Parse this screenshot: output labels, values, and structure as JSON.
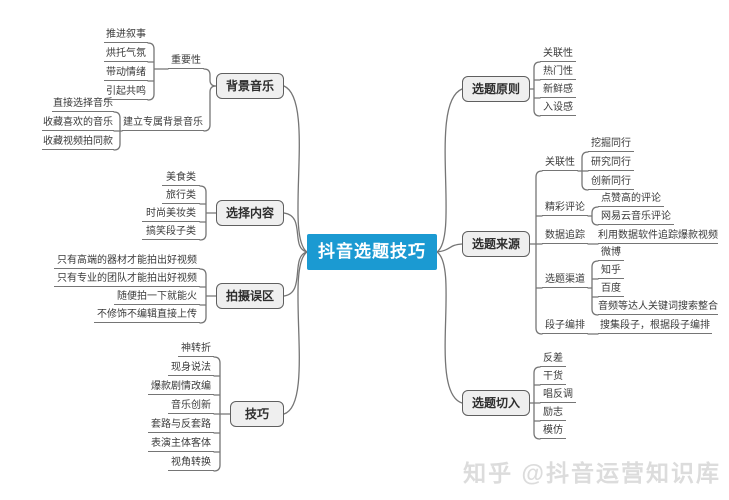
{
  "title": "抖音选题技巧",
  "watermark": "知乎 @抖音运营知识库",
  "colors": {
    "center_bg": "#1b9ad2",
    "center_text": "#ffffff",
    "node_bg": "#efefef",
    "node_border": "#5f5f5f",
    "line": "#757575",
    "leaf_text": "#3a3a3a",
    "watermark": "#dcdcdc"
  },
  "left": {
    "bg_music": {
      "label": "背景音乐",
      "importance": {
        "label": "重要性",
        "children": [
          "推进叙事",
          "烘托气氛",
          "带动情绪",
          "引起共鸣"
        ]
      },
      "exclusive": {
        "label": "建立专属背景音乐",
        "children": [
          "直接选择音乐",
          "收藏喜欢的音乐",
          "收藏视频拍同款"
        ]
      }
    },
    "content": {
      "label": "选择内容",
      "children": [
        "美食类",
        "旅行类",
        "时尚美妆类",
        "搞笑段子类"
      ]
    },
    "mistakes": {
      "label": "拍摄误区",
      "children": [
        "只有高端的器材才能拍出好视频",
        "只有专业的团队才能拍出好视频",
        "随便拍一下就能火",
        "不修饰不编辑直接上传"
      ]
    },
    "skills": {
      "label": "技巧",
      "children": [
        "神转折",
        "现身说法",
        "爆款剧情改编",
        "音乐创新",
        "套路与反套路",
        "表演主体客体",
        "视角转换"
      ]
    }
  },
  "right": {
    "principles": {
      "label": "选题原则",
      "children": [
        "关联性",
        "热门性",
        "新鲜感",
        "入设感"
      ]
    },
    "sources": {
      "label": "选题来源",
      "sub": [
        {
          "label": "关联性",
          "children": [
            "挖掘同行",
            "研究同行",
            "创新同行"
          ]
        },
        {
          "label": "精彩评论",
          "children": [
            "点赞高的评论",
            "网易云音乐评论"
          ]
        },
        {
          "label": "数据追踪",
          "children": [
            "利用数据软件追踪爆款视频"
          ]
        },
        {
          "label": "选题渠道",
          "children": [
            "微博",
            "知乎",
            "百度",
            "音频等达人关键词搜索整合"
          ]
        },
        {
          "label": "段子编排",
          "children": [
            "搜集段子，根据段子编排"
          ]
        }
      ]
    },
    "angles": {
      "label": "选题切入",
      "children": [
        "反差",
        "干货",
        "唱反调",
        "励志",
        "模仿"
      ]
    }
  }
}
